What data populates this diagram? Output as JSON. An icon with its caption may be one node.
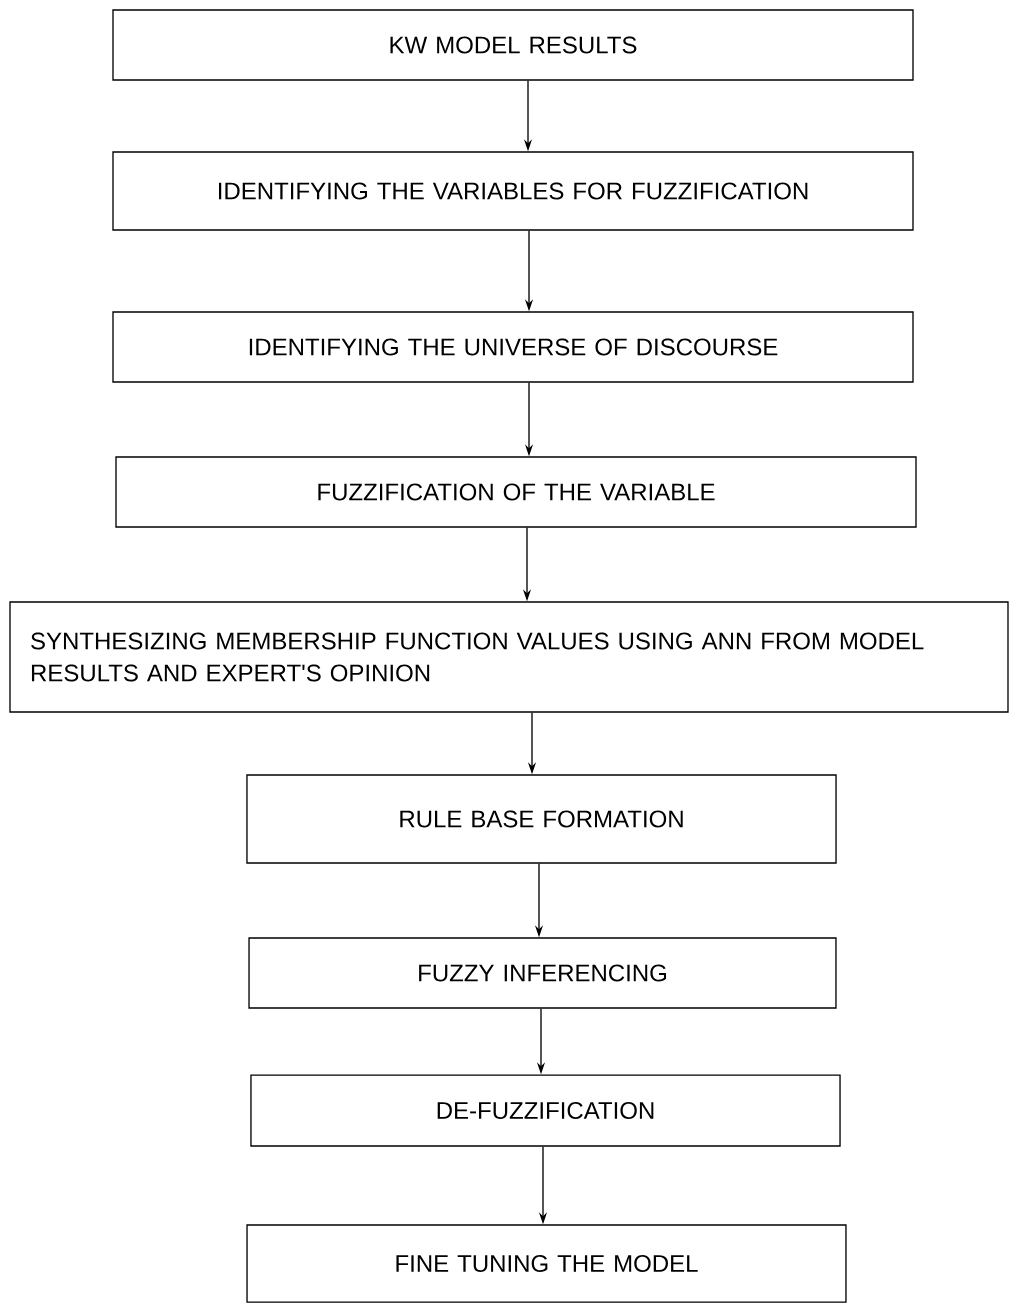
{
  "diagram": {
    "nodes": [
      {
        "text": [
          "KW MODEL RESULTS"
        ]
      },
      {
        "text": [
          "IDENTIFYING THE VARIABLES FOR FUZZIFICATION"
        ]
      },
      {
        "text": [
          "IDENTIFYING THE UNIVERSE OF DISCOURSE"
        ]
      },
      {
        "text": [
          "FUZZIFICATION OF THE VARIABLE"
        ]
      },
      {
        "text": [
          "SYNTHESIZING MEMBERSHIP FUNCTION VALUES USING ANN FROM MODEL RESULTS AND EXPERT'S OPINION"
        ]
      },
      {
        "text": [
          "RULE BASE FORMATION"
        ]
      },
      {
        "text": [
          "FUZZY INFERENCING"
        ]
      },
      {
        "text": [
          "DE-FUZZIFICATION"
        ]
      },
      {
        "text": [
          "FINE TUNING THE MODEL"
        ]
      }
    ],
    "edges": [
      {
        "from": 0,
        "to": 1,
        "arrow": "to"
      },
      {
        "from": 1,
        "to": 2,
        "arrow": "to"
      },
      {
        "from": 2,
        "to": 3,
        "arrow": "to"
      },
      {
        "from": 3,
        "to": 4,
        "arrow": "to"
      },
      {
        "from": 4,
        "to": 5,
        "arrow": "to"
      },
      {
        "from": 5,
        "to": 6,
        "arrow": "to"
      },
      {
        "from": 6,
        "to": 7,
        "arrow": "to"
      },
      {
        "from": 7,
        "to": 8,
        "arrow": "to"
      }
    ]
  }
}
